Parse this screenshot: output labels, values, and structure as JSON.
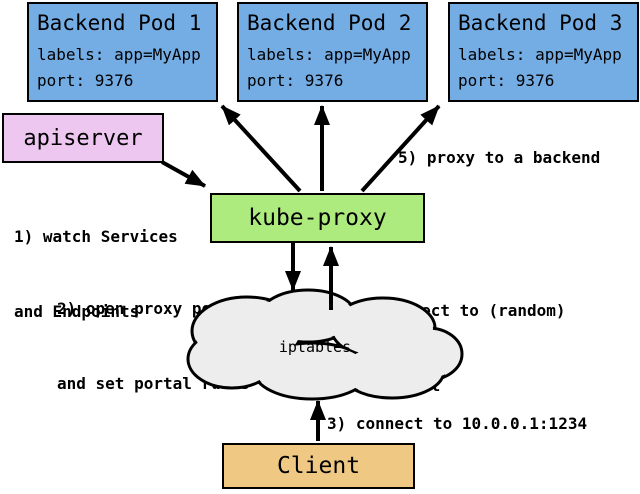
{
  "diagram": {
    "pods": [
      {
        "title": "Backend Pod 1",
        "labels": "labels: app=MyApp",
        "port": "port: 9376"
      },
      {
        "title": "Backend Pod 2",
        "labels": "labels: app=MyApp",
        "port": "port: 9376"
      },
      {
        "title": "Backend Pod 3",
        "labels": "labels: app=MyApp",
        "port": "port: 9376"
      }
    ],
    "nodes": {
      "apiserver": "apiserver",
      "kube_proxy": "kube-proxy",
      "iptables": "iptables",
      "client": "Client"
    },
    "steps": {
      "s1a": "1) watch Services",
      "s1b": "and Endpoints",
      "s2a": "2) open proxy port",
      "s2b": "and set portal rules",
      "s3": "3) connect to 10.0.0.1:1234",
      "s4a": "4) redirect to (random)",
      "s4b": "proxy port",
      "s5": "5) proxy to a backend"
    },
    "colors": {
      "pod_fill": "#74ACE4",
      "apiserver_fill": "#EEC7F0",
      "kube_proxy_fill": "#AEEB7E",
      "client_fill": "#EFC983",
      "cloud_fill": "#EDEDED",
      "stroke": "#000000",
      "background": "#FFFFFF"
    }
  }
}
